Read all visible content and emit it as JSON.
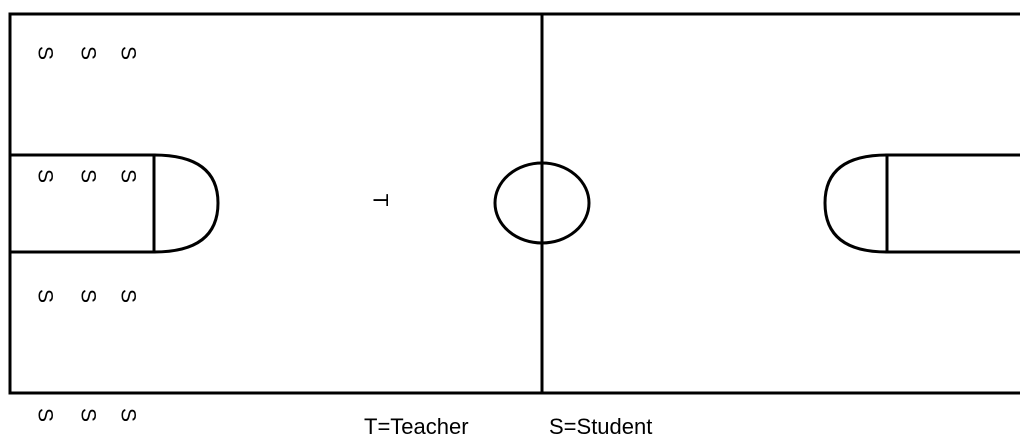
{
  "diagram": {
    "markers": {
      "teacher_symbol": "T",
      "student_symbol": "S"
    },
    "legend": {
      "teacher": "T=Teacher",
      "student": "S=Student"
    },
    "line_color": "#000000",
    "background_color": "#ffffff"
  }
}
